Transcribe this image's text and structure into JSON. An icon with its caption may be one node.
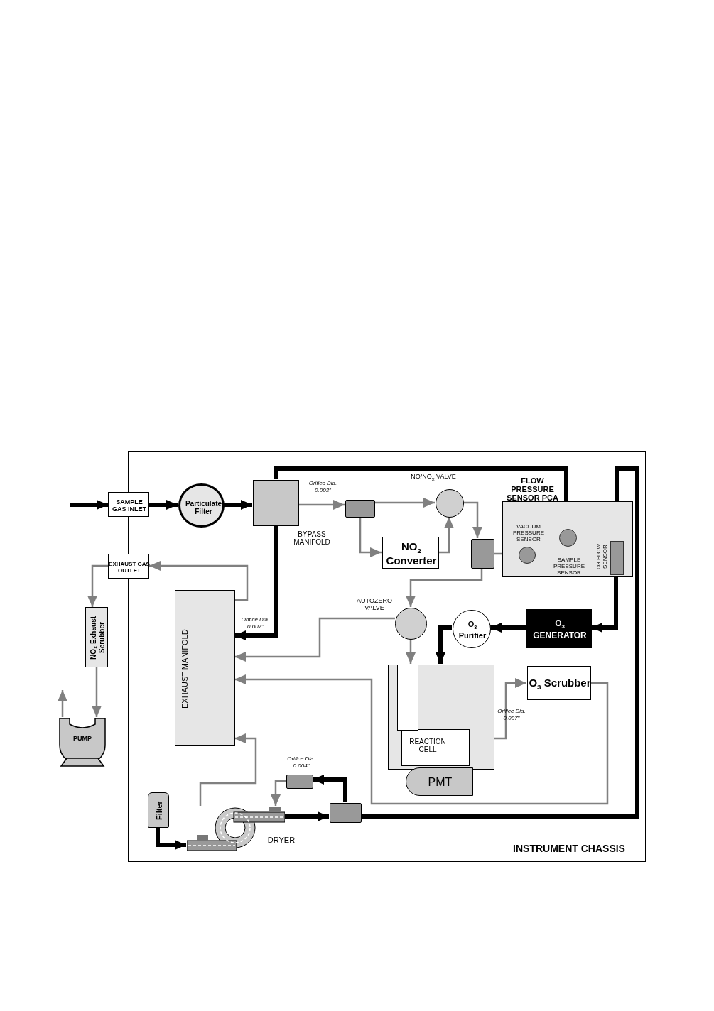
{
  "diagram": {
    "nodes": [
      {
        "text": [
          "INSTRUMENT CHASSIS"
        ]
      },
      {
        "text": [
          "SAMPLE GAS INLET"
        ]
      },
      {
        "text": [
          "Particulate Filter"
        ],
        "in": 0
      },
      {
        "text": [
          "BYPASS MANIFOLD"
        ],
        "beside": [
          "Orifice Dia. 0.003\""
        ],
        "in": 0
      },
      {
        "text": [],
        "shape": "box",
        "in": 0
      },
      {
        "text": [
          "NO/NO$_{X}$ VALVE"
        ],
        "in": 0
      },
      {
        "text": [
          "NO$_{2}$ Converter"
        ],
        "in": 0
      },
      {
        "text": [],
        "shape": "box",
        "in": 0
      },
      {
        "text": [
          "FLOW PRESSURE SENSOR PCA"
        ],
        "in": 0
      },
      {
        "text": [
          "VACUUM PRESSURE SENSOR"
        ],
        "in": 8
      },
      {
        "text": [
          "SAMPLE PRESSURE SENSOR"
        ],
        "in": 8
      },
      {
        "text": [
          "O3 FLOW SENSOR"
        ],
        "in": 8
      },
      {
        "text": [
          "EXHAUST GAS OUTLET"
        ]
      },
      {
        "text": [
          "NO$_{X}$ Exhaust Scrubber"
        ]
      },
      {
        "text": [
          "PUMP"
        ]
      },
      {
        "text": [
          "EXHAUST MANIFOLD"
        ],
        "beside": [
          "Orifice Dia. 0.007\""
        ],
        "in": 0
      },
      {
        "text": [
          "AUTOZERO VALVE"
        ],
        "in": 0
      },
      {
        "text": [
          "O$_{3}$ Purifier"
        ],
        "in": 0
      },
      {
        "text": [
          "O$_{3}$ GENERATOR"
        ],
        "in": 0
      },
      {
        "text": [
          "REACTION CELL"
        ],
        "beside": [
          "Orifice Dia. 0.007\""
        ],
        "in": 0
      },
      {
        "text": [
          "PMT"
        ],
        "in": 0
      },
      {
        "text": [
          "O$_{3}$ Scrubber"
        ],
        "in": 0
      },
      {
        "text": [
          "Filter"
        ],
        "in": 0
      },
      {
        "text": [
          "DRYER"
        ],
        "in": 0
      },
      {
        "text": [],
        "shape": "box",
        "beside": [
          "Orifice Dia. 0.004\""
        ],
        "in": 0
      },
      {
        "text": [],
        "shape": "box",
        "in": 0
      }
    ],
    "edges": [
      {
        "from": null,
        "to": 1,
        "arrow": "to",
        "style": "thick",
        "color": "#000000"
      },
      {
        "from": 1,
        "to": 2,
        "arrow": "to",
        "style": "thick",
        "color": "#000000"
      },
      {
        "from": 2,
        "to": 3,
        "arrow": "to",
        "style": "thick",
        "color": "#000000"
      },
      {
        "from": 3,
        "to": 4,
        "arrow": "to"
      },
      {
        "from": 4,
        "to": 5,
        "arrow": "to"
      },
      {
        "from": 4,
        "to": 6,
        "arrow": "to"
      },
      {
        "from": 6,
        "to": 5,
        "arrow": "to"
      },
      {
        "from": 5,
        "to": 7,
        "arrow": "to"
      },
      {
        "from": 7,
        "to": 9,
        "arrow": "to"
      },
      {
        "from": 7,
        "to": 16,
        "arrow": "to"
      },
      {
        "from": 3,
        "to": 10,
        "arrow": "to",
        "style": "thick",
        "color": "#000000"
      },
      {
        "from": 3,
        "to": 15,
        "arrow": "to",
        "style": "thick",
        "color": "#000000"
      },
      {
        "from": 11,
        "to": 18,
        "arrow": "to",
        "style": "thick",
        "color": "#000000"
      },
      {
        "from": 18,
        "to": 17,
        "arrow": "to",
        "style": "thick",
        "color": "#000000"
      },
      {
        "from": 17,
        "to": 19,
        "arrow": "to",
        "style": "thick",
        "color": "#000000"
      },
      {
        "from": 16,
        "to": 19,
        "arrow": "to"
      },
      {
        "from": 16,
        "to": 15,
        "arrow": "to"
      },
      {
        "from": 19,
        "to": 21,
        "arrow": "to"
      },
      {
        "from": 21,
        "to": 15,
        "arrow": "to"
      },
      {
        "from": 15,
        "to": 12,
        "arrow": "to"
      },
      {
        "from": 12,
        "to": 13,
        "arrow": "to"
      },
      {
        "from": 13,
        "to": 14,
        "arrow": "to"
      },
      {
        "from": 14,
        "to": null,
        "arrow": "to"
      },
      {
        "from": 22,
        "to": 23,
        "arrow": "to",
        "style": "thick",
        "color": "#000000"
      },
      {
        "from": 23,
        "to": 15,
        "arrow": "to"
      },
      {
        "from": 23,
        "to": 25,
        "arrow": "to",
        "style": "thick",
        "color": "#000000"
      },
      {
        "from": 25,
        "to": 24,
        "arrow": "to",
        "style": "thick",
        "color": "#000000"
      },
      {
        "from": 24,
        "to": 23,
        "arrow": "to"
      },
      {
        "from": 25,
        "to": 11,
        "arrow": "to",
        "style": "thick",
        "color": "#000000"
      }
    ]
  }
}
